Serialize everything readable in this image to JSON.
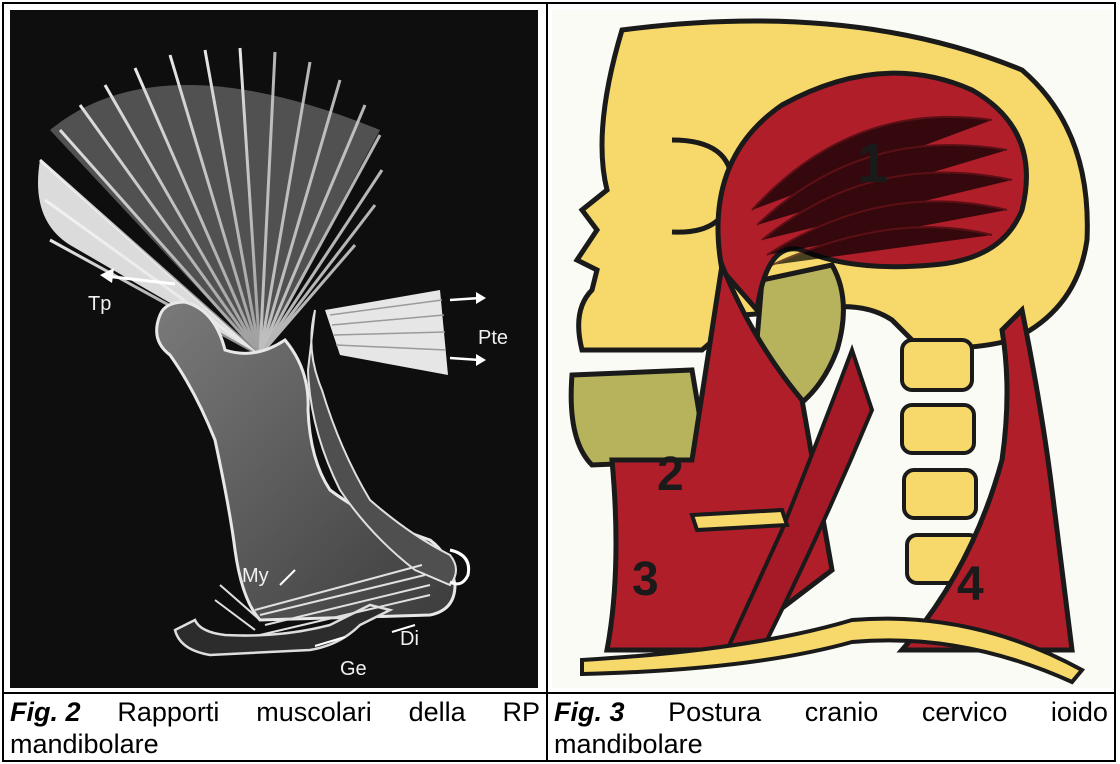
{
  "figure_left": {
    "labels": {
      "tp": "Tp",
      "pte": "Pte",
      "my": "My",
      "di": "Di",
      "ge": "Ge"
    },
    "caption": {
      "number": "Fig. 2",
      "text_line1_words": [
        "Rapporti",
        "muscolari",
        "della",
        "RP"
      ],
      "text_line2": "mandibolare"
    }
  },
  "figure_right": {
    "labels": {
      "m1": "1",
      "m2": "2",
      "m3": "3",
      "m4": "4"
    },
    "colors": {
      "bone": "#f6d96a",
      "muscle": "#b01e2a",
      "jaw": "#b7b35c",
      "outline": "#1a1a1a"
    },
    "caption": {
      "number": "Fig. 3",
      "text_line1_words": [
        "Postura",
        "cranio",
        "cervico",
        "ioido"
      ],
      "text_line2": "mandibolare"
    }
  }
}
